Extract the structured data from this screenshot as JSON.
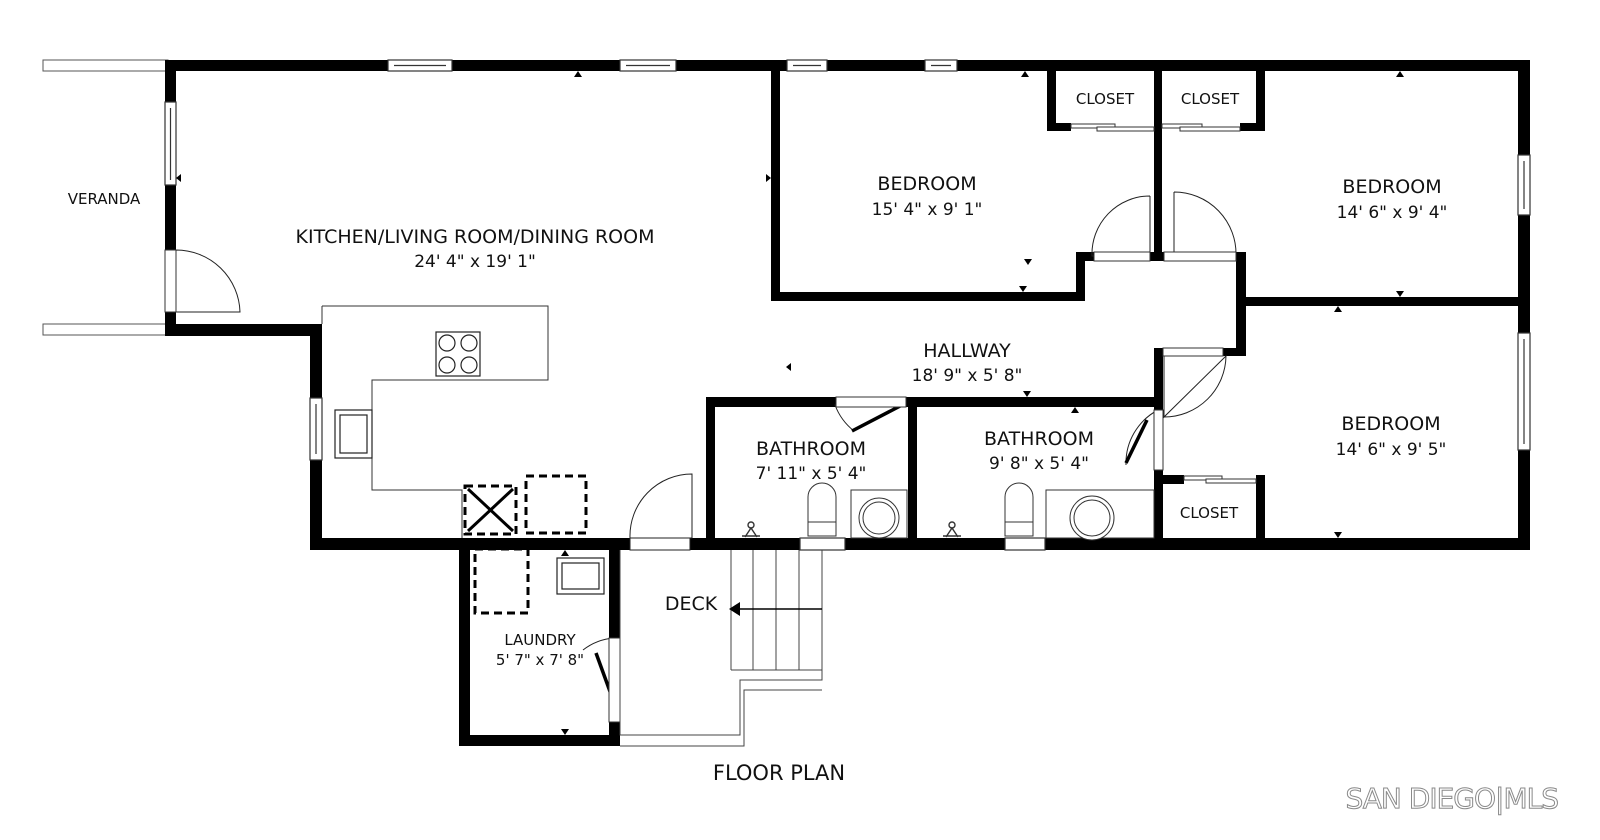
{
  "plan": {
    "title": "FLOOR PLAN",
    "rooms": [
      {
        "name": "KITCHEN/LIVING ROOM/DINING ROOM",
        "dims": "24' 4\" x 19' 1\""
      },
      {
        "name": "BEDROOM",
        "dims": "15' 4\" x 9' 1\""
      },
      {
        "name": "BEDROOM",
        "dims": "14' 6\" x 9' 4\""
      },
      {
        "name": "HALLWAY",
        "dims": "18' 9\" x 5' 8\""
      },
      {
        "name": "BATHROOM",
        "dims": "7' 11\" x 5' 4\""
      },
      {
        "name": "BATHROOM",
        "dims": "9' 8\" x 5' 4\""
      },
      {
        "name": "BEDROOM",
        "dims": "14' 6\" x 9' 5\""
      },
      {
        "name": "LAUNDRY",
        "dims": "5' 7\" x 7' 8\""
      }
    ],
    "areas": {
      "veranda": "VERANDA",
      "deck": "DECK",
      "closets": [
        "CLOSET",
        "CLOSET",
        "CLOSET"
      ]
    }
  },
  "branding": {
    "logo": "SAN DIEGO|MLS"
  },
  "colors": {
    "wall": "#000000",
    "background": "#ffffff",
    "logo_outline": "#8a8a8a"
  }
}
